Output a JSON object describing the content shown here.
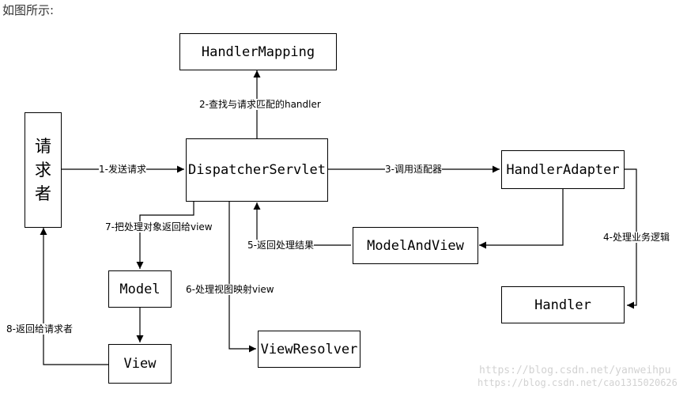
{
  "caption": "如图所示:",
  "nodes": {
    "requester": [
      "请",
      "求",
      "者"
    ],
    "dispatcher": "DispatcherServlet",
    "handler_mapping": "HandlerMapping",
    "handler_adapter": "HandlerAdapter",
    "model_and_view": "ModelAndView",
    "handler": "Handler",
    "model": "Model",
    "view": "View",
    "view_resolver": "ViewResolver"
  },
  "edges": {
    "e1": "1-发送请求",
    "e2": "2-查找与请求匹配的handler",
    "e3": "3-调用适配器",
    "e4": "4-处理业务逻辑",
    "e5": "5-返回处理结果",
    "e6": "6-处理视图映射view",
    "e7": "7-把处理对象返回给view",
    "e8": "8-返回给请求者"
  },
  "watermark": {
    "line1": "https://blog.csdn.net/yanweihpu",
    "line2": "https://blog.csdn.net/cao1315020626"
  }
}
